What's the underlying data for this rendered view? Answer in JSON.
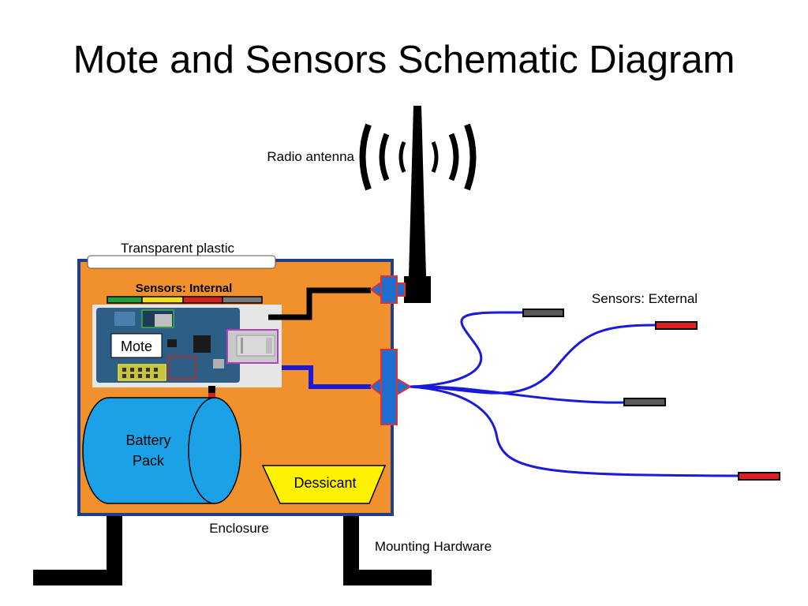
{
  "title": "Mote and Sensors Schematic Diagram",
  "labels": {
    "radio_antenna": "Radio antenna",
    "transparent_plastic": "Transparent plastic",
    "sensors_internal": "Sensors: Internal",
    "sensors_external": "Sensors: External",
    "mote": "Mote",
    "battery_line1": "Battery",
    "battery_line2": "Pack",
    "dessicant": "Dessicant",
    "enclosure": "Enclosure",
    "mounting_hardware": "Mounting Hardware"
  },
  "colors": {
    "enclosure_fill": "#F0912E",
    "enclosure_border": "#1F3F8C",
    "battery_fill": "#1AA1E6",
    "dessicant_fill": "#FFF200",
    "cable_blue": "#1A1ADB",
    "connector_blue": "#1F6FD0",
    "connector_red": "#E53030",
    "sensor_red": "#E02020",
    "sensor_gray": "#5A5A5A",
    "internal_green": "#1E9E3C",
    "internal_yellow": "#F2E21A",
    "internal_red": "#D32020",
    "internal_gray": "#7A7A7A"
  }
}
